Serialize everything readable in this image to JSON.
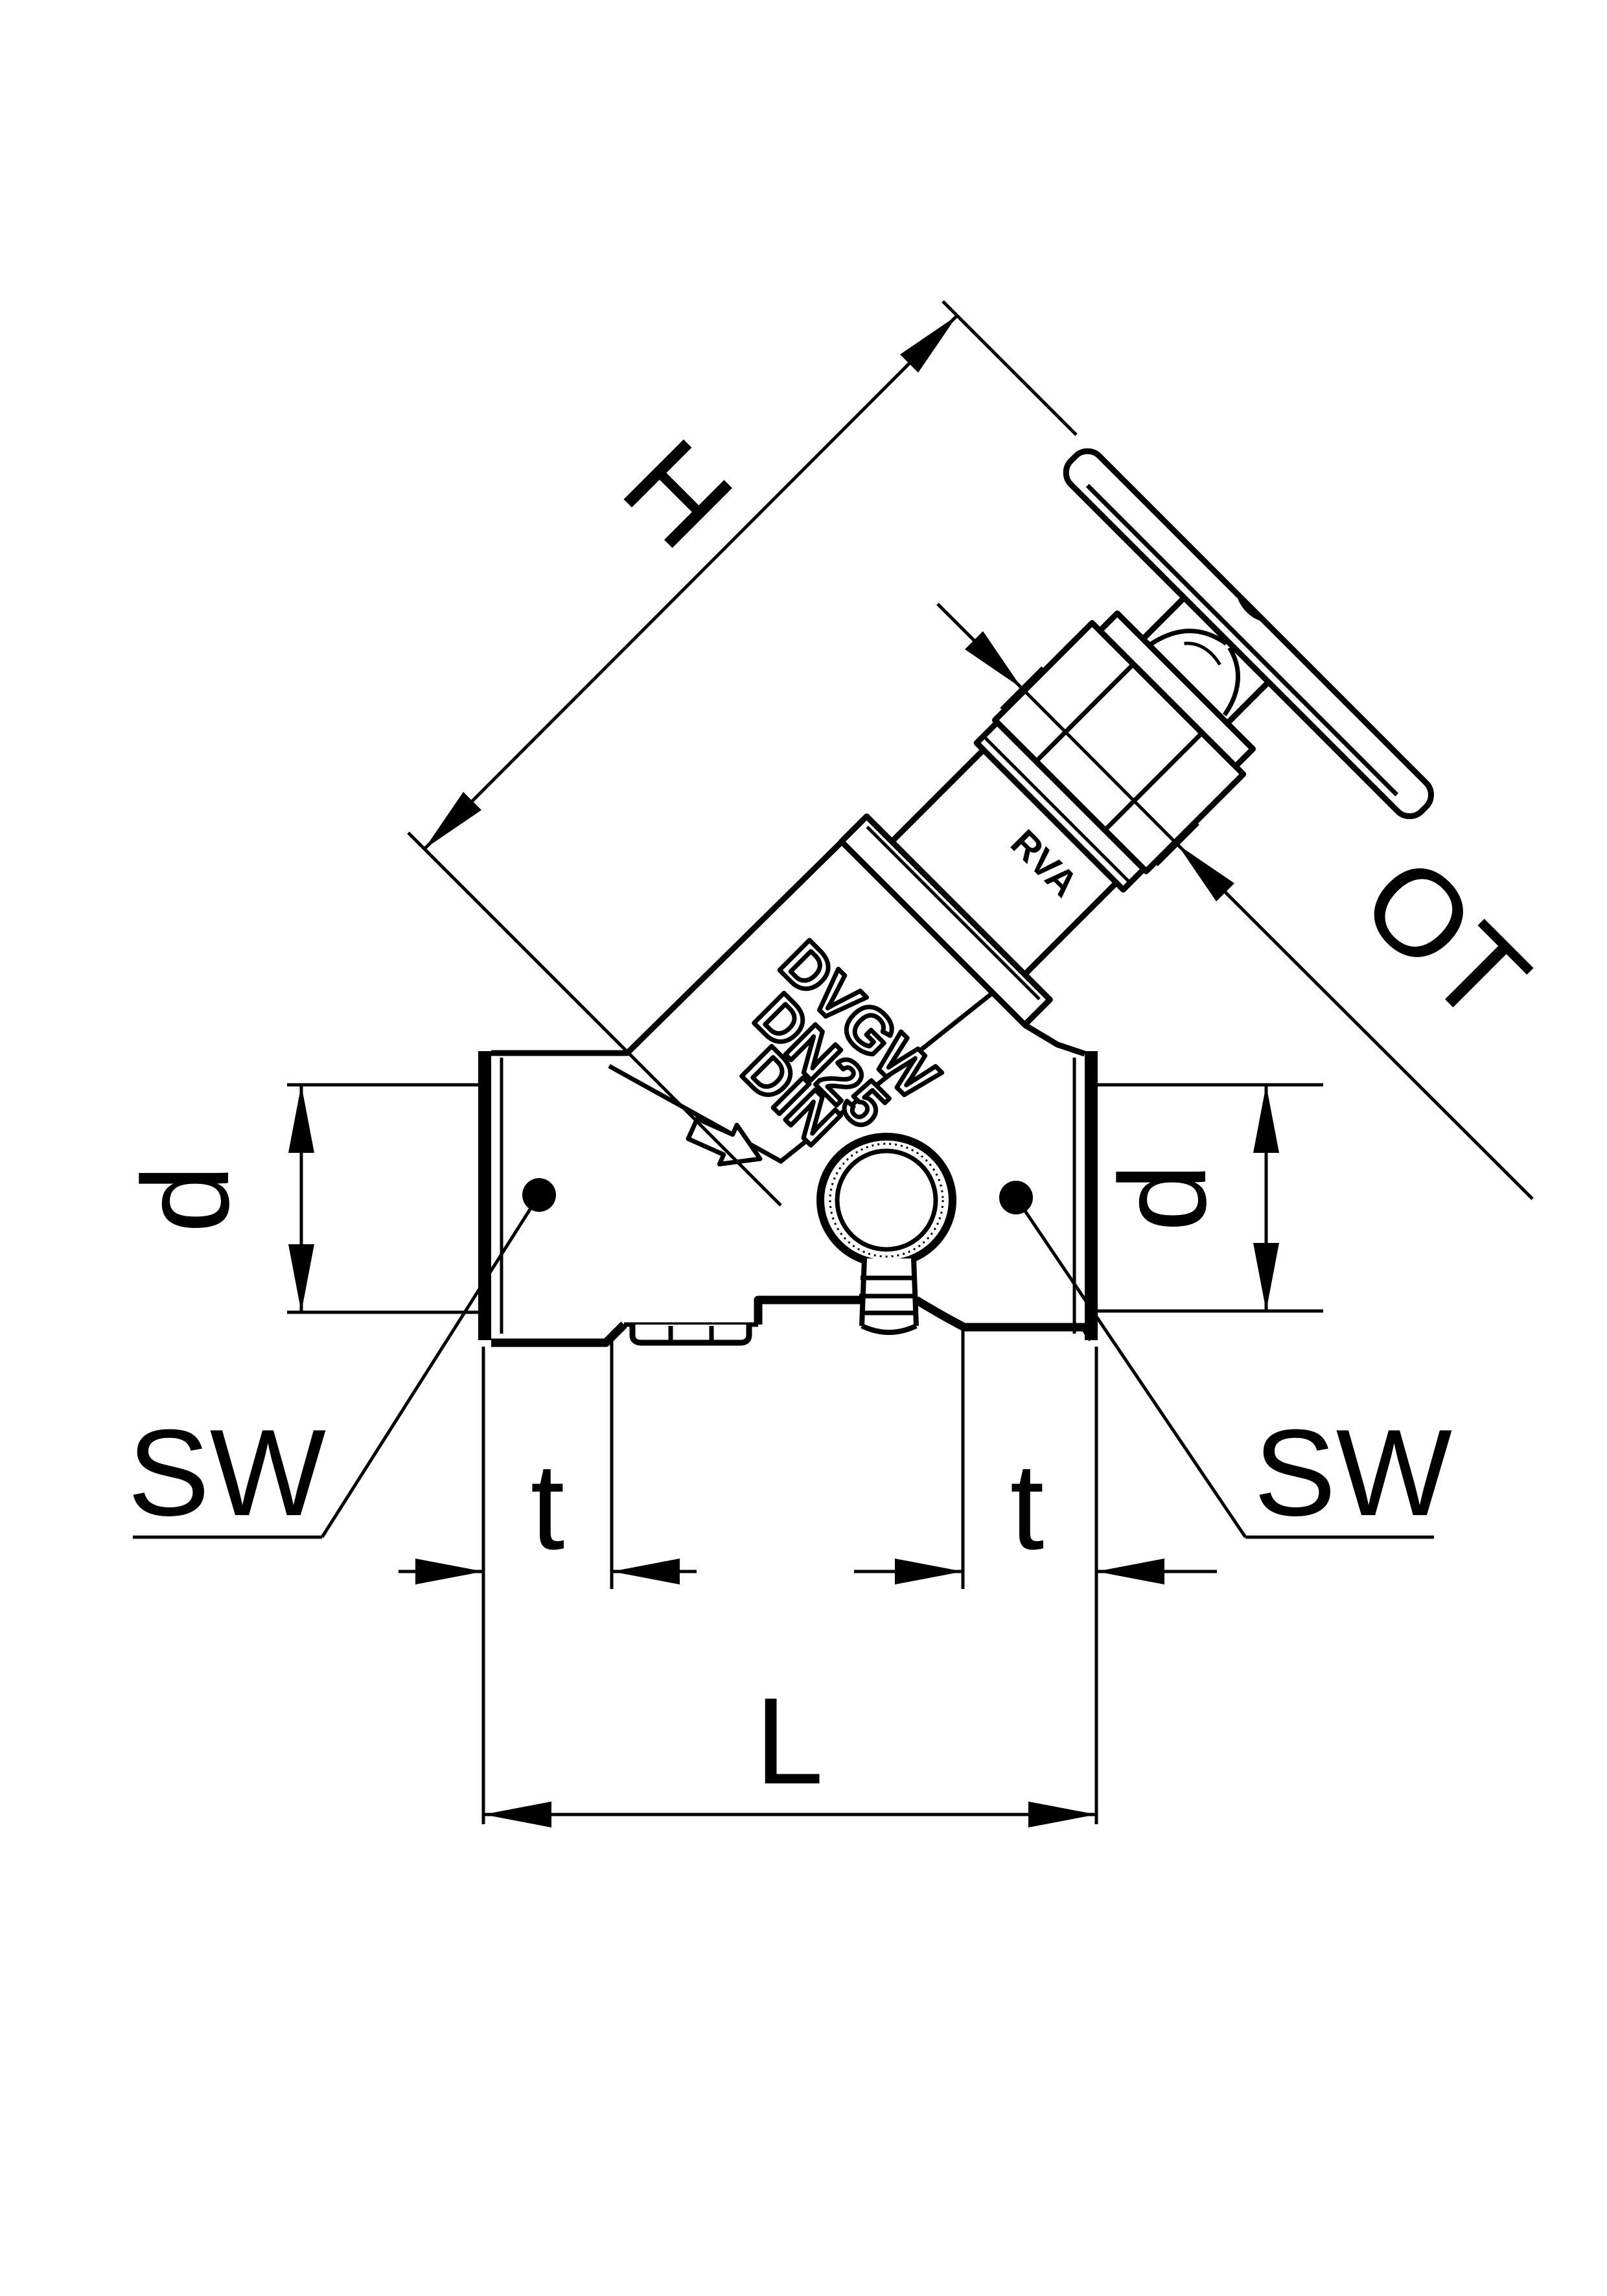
{
  "page": {
    "type": "technical-dimension-drawing",
    "subject": "slanted-seat stop valve with test port and drain",
    "background_color": "#ffffff",
    "line_color": "#000000"
  },
  "labels": {
    "height": "H",
    "bonnet": "OT",
    "bore_left": "d",
    "bore_right": "d",
    "wrench_left": "SW",
    "wrench_right": "SW",
    "thread_depth_left": "t",
    "thread_depth_right": "t",
    "length": "L"
  },
  "valve_markings": {
    "approval": "DVGW",
    "nominal_size": "DN25",
    "standard": "DIN",
    "stem_mark": "RVA"
  },
  "icons": {
    "flow_direction_arrow": "block-arrow-right"
  }
}
